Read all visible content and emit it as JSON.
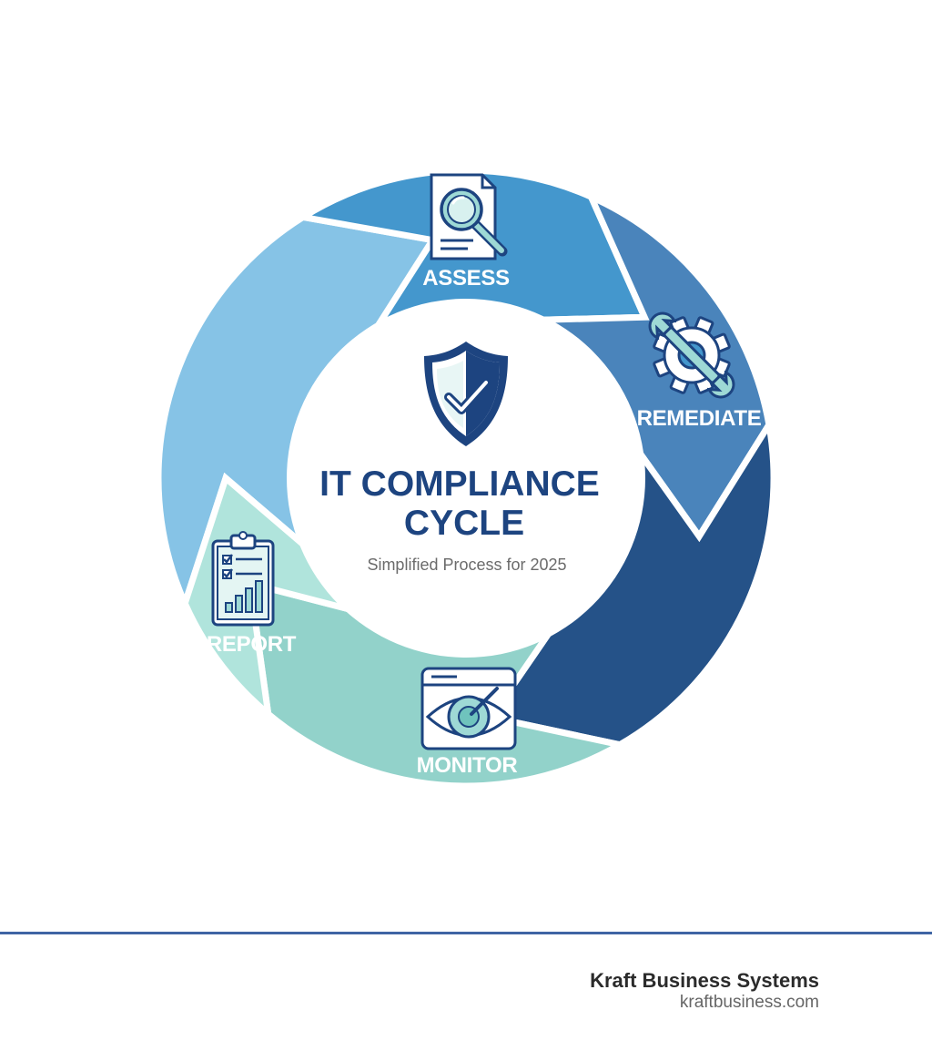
{
  "diagram": {
    "title_line1": "IT COMPLIANCE",
    "title_line2": "CYCLE",
    "subtitle": "Simplified Process for 2025",
    "stages": [
      {
        "label": "ASSESS",
        "icon": "document-magnifier-icon",
        "color": "#86c3e6"
      },
      {
        "label": "REMEDIATE",
        "icon": "gear-wrench-icon",
        "color": "#4497cd"
      },
      {
        "label": "",
        "icon": "",
        "color": "#4a84bb"
      },
      {
        "label": "MONITOR",
        "icon": "eye-monitor-icon",
        "color": "#255288"
      },
      {
        "label": "REPORT",
        "icon": "clipboard-chart-icon",
        "color": "#92d2ca"
      },
      {
        "label": "",
        "icon": "",
        "color": "#b0e4dc"
      }
    ],
    "center_icon": "shield-check-icon",
    "colors": {
      "navy": "#1d4480",
      "teal_accent": "#9ed9d5",
      "background": "#ffffff"
    }
  },
  "footer": {
    "company": "Kraft Business Systems",
    "website": "kraftbusiness.com"
  }
}
